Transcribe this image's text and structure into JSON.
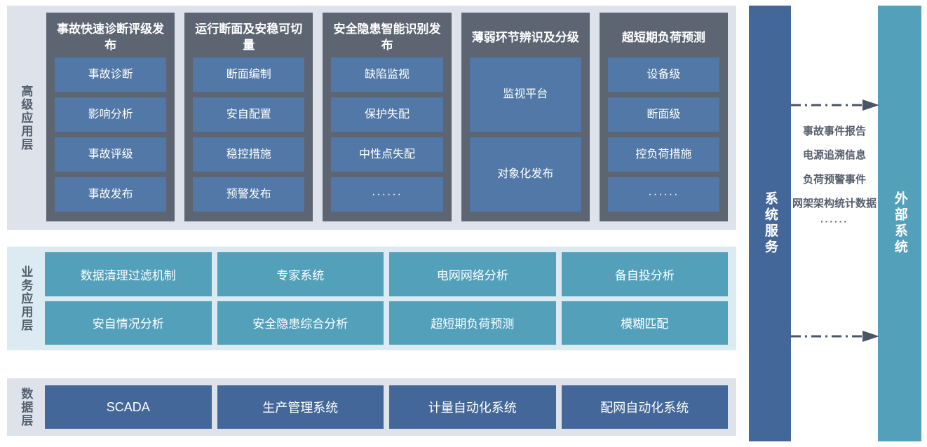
{
  "layers": [
    {
      "id": "advanced",
      "label": "高级应用层",
      "columns": [
        {
          "title": "事故快速诊断评级发布",
          "items": [
            "事故诊断",
            "影响分析",
            "事故评级",
            "事故发布"
          ]
        },
        {
          "title": "运行断面及安稳可切量",
          "items": [
            "断面编制",
            "安自配置",
            "稳控措施",
            "预警发布"
          ]
        },
        {
          "title": "安全隐患智能识别发布",
          "items": [
            "缺陷监视",
            "保护失配",
            "中性点失配",
            "······"
          ]
        },
        {
          "title": "薄弱环节辨识及分级",
          "items": [
            "监视平台",
            "对象化发布"
          ]
        },
        {
          "title": "超短期负荷预测",
          "items": [
            "设备级",
            "断面级",
            "控负荷措施",
            "······"
          ]
        }
      ]
    },
    {
      "id": "business",
      "label": "业务应用层",
      "rows": [
        [
          "数据清理过滤机制",
          "专家系统",
          "电网网络分析",
          "备自投分析"
        ],
        [
          "安自情况分析",
          "安全隐患综合分析",
          "超短期负荷预测",
          "模糊匹配"
        ]
      ]
    },
    {
      "id": "data",
      "label": "数据层",
      "rows": [
        [
          "SCADA",
          "生产管理系统",
          "计量自动化系统",
          "配网自动化系统"
        ]
      ]
    }
  ],
  "right": {
    "system_services_label": "系统服务",
    "external_systems_label": "外部系统",
    "flows": [
      "事故事件报告",
      "电源追溯信息",
      "负荷预警事件",
      "网架架构统计数据"
    ],
    "flow_dots": "······",
    "arrows": [
      "arrow-right-top",
      "arrow-right-bottom"
    ]
  },
  "colors": {
    "panel_grey": "#dee2ea",
    "panel_blue": "#dcebf1",
    "card_dark": "#5d6472",
    "item_blue": "#5178a6",
    "item_teal": "#53a0bb",
    "item_navy": "#44679a",
    "label_text": "#555e6e",
    "arrow": "#4a5565"
  }
}
